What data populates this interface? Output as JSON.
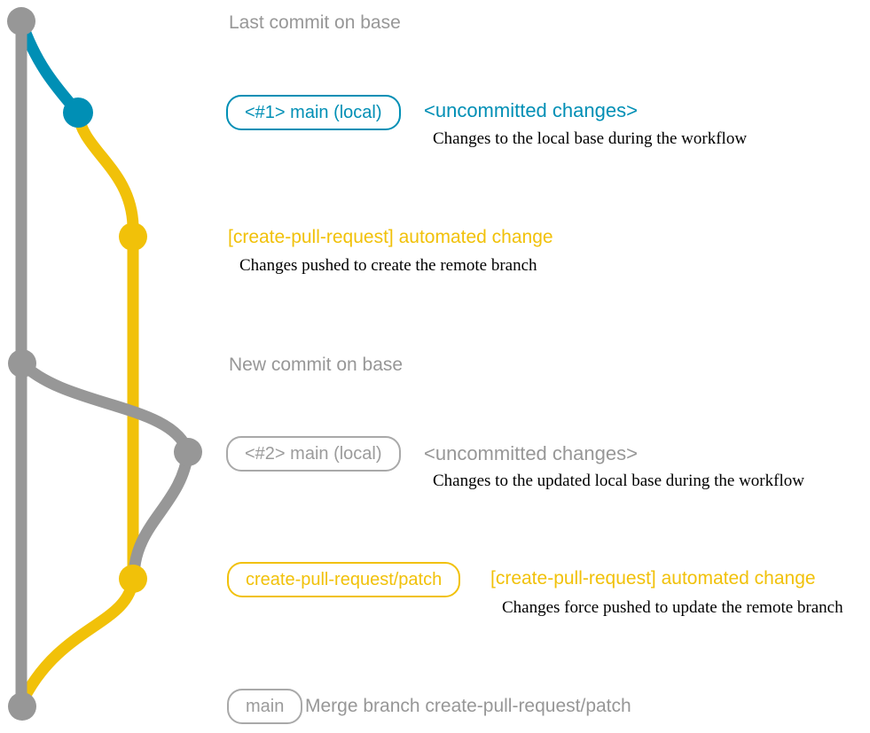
{
  "colors": {
    "branch_gray": "#979797",
    "branch_blue": "#008fb5",
    "branch_yellow": "#f1c109",
    "description_black": "#000000"
  },
  "graph": {
    "commits": [
      {
        "id": "base-last-commit",
        "branch": "base",
        "color": "#979797"
      },
      {
        "id": "local-main-1",
        "branch": "main-local",
        "color": "#008fb5"
      },
      {
        "id": "automated-change-1",
        "branch": "create-pull-request-patch",
        "color": "#f1c109"
      },
      {
        "id": "base-new-commit",
        "branch": "base",
        "color": "#979797"
      },
      {
        "id": "local-main-2",
        "branch": "main-local",
        "color": "#979797"
      },
      {
        "id": "automated-change-2",
        "branch": "create-pull-request-patch",
        "color": "#f1c109"
      },
      {
        "id": "merge-commit",
        "branch": "base",
        "color": "#979797"
      }
    ]
  },
  "annotations": {
    "last_commit": {
      "text": "Last commit on base"
    },
    "local1": {
      "badge": "<#1> main (local)",
      "title": "<uncommitted changes>",
      "desc": "Changes to the local base during the workflow"
    },
    "push1": {
      "title": "[create-pull-request] automated change",
      "desc": "Changes pushed to create the remote branch"
    },
    "new_commit": {
      "text": "New commit on base"
    },
    "local2": {
      "badge": "<#2> main (local)",
      "title": "<uncommitted changes>",
      "desc": "Changes to the updated local base during the workflow"
    },
    "push2": {
      "badge": "create-pull-request/patch",
      "title": "[create-pull-request] automated change",
      "desc": "Changes force pushed to update the remote branch"
    },
    "merge": {
      "badge": "main",
      "text": "Merge branch create-pull-request/patch"
    }
  }
}
